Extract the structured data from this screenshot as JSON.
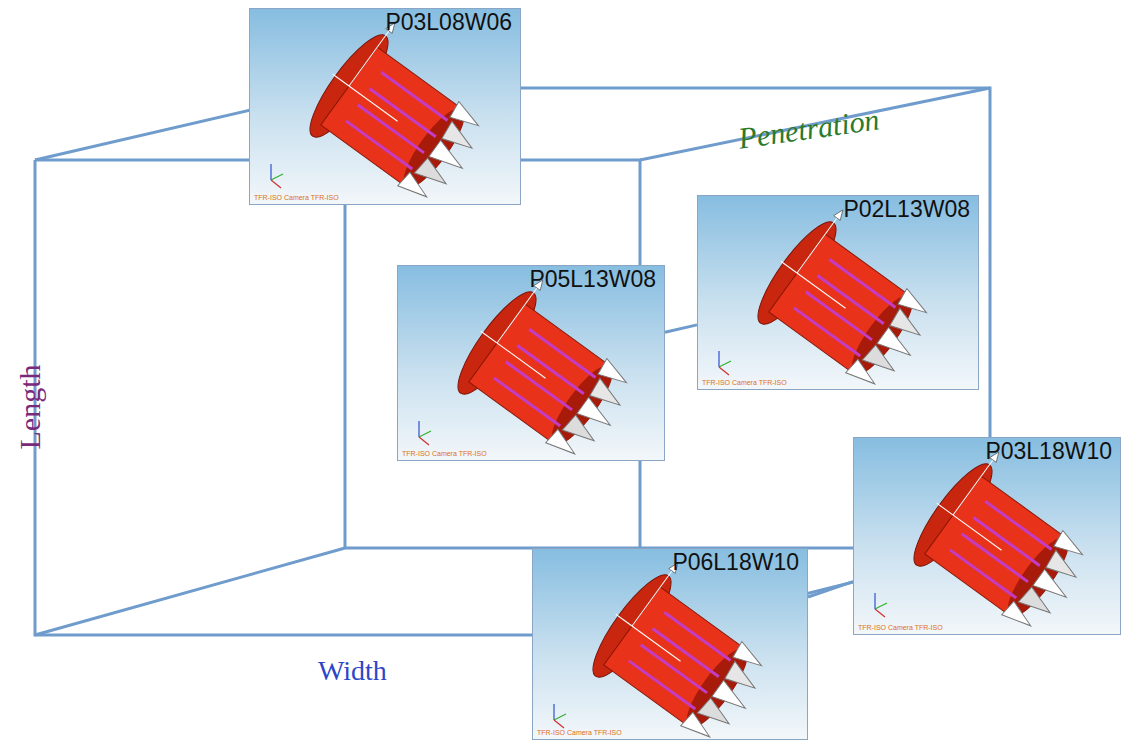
{
  "diagram": {
    "nodes": [
      {
        "text": [
          "P03L08W06",
          "TFR-ISO Camera TFR-ISO"
        ]
      },
      {
        "text": [
          "P02L13W08",
          "TFR-ISO Camera TFR-ISO"
        ]
      },
      {
        "text": [
          "P05L13W08",
          "TFR-ISO Camera TFR-ISO"
        ]
      },
      {
        "text": [
          "P03L18W10",
          "TFR-ISO Camera TFR-ISO"
        ]
      },
      {
        "text": [
          "P06L18W10",
          "TFR-ISO Camera TFR-ISO"
        ]
      }
    ],
    "edges": [
      {
        "from": 2,
        "to": 1,
        "arrow": "none"
      },
      {
        "from": 4,
        "to": 3,
        "arrow": "none"
      }
    ],
    "labels": [
      "Penetration",
      "Length",
      "Width"
    ]
  }
}
